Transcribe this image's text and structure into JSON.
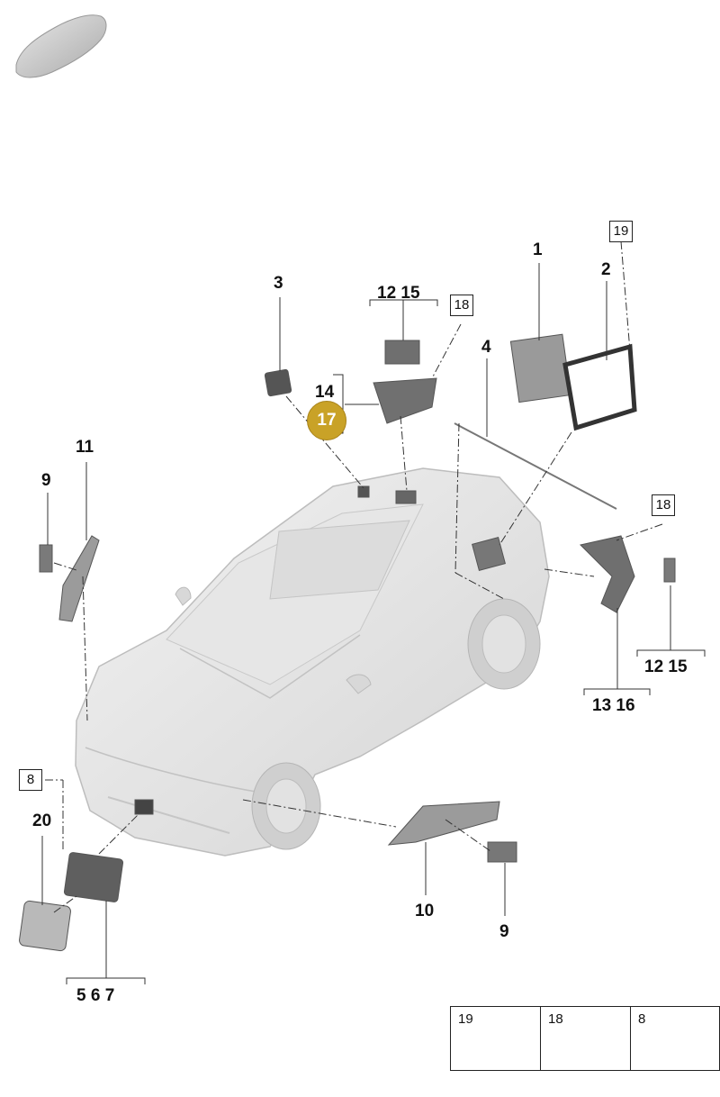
{
  "diagram": {
    "labels": {
      "l1": "1",
      "l2": "2",
      "l3": "3",
      "l4": "4",
      "l9a": "9",
      "l9b": "9",
      "l10": "10",
      "l11": "11",
      "l14": "14",
      "l20": "20",
      "g1215a": "12 15",
      "g1215b": "12 15",
      "g1316": "13 16",
      "g567": "5 6 7"
    },
    "boxed_refs": {
      "b19": "19",
      "b18a": "18",
      "b18b": "18",
      "b8": "8"
    },
    "highlighted_part": "17",
    "highlight_color": "#c9a227",
    "legend": [
      {
        "ref": "19",
        "icon": "collar-nut-icon"
      },
      {
        "ref": "18",
        "icon": "flange-nut-icon"
      },
      {
        "ref": "8",
        "icon": "bolt-icon"
      }
    ]
  }
}
